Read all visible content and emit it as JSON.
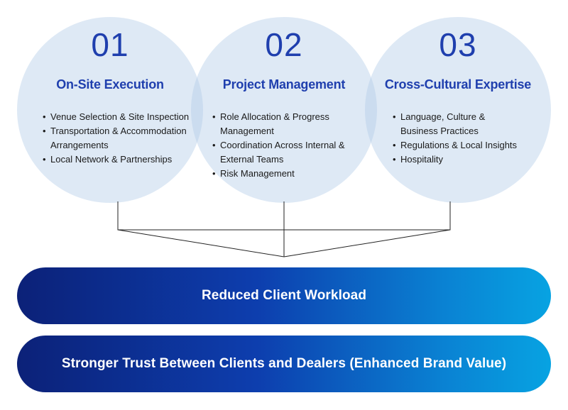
{
  "columns": [
    {
      "number": "01",
      "title": "On-Site Execution",
      "bullets": [
        [
          "Venue Selection & Site Inspection"
        ],
        [
          "Transportation & Accommodation",
          "Arrangements"
        ],
        [
          "Local Network & Partnerships"
        ]
      ]
    },
    {
      "number": "02",
      "title": "Project Management",
      "bullets": [
        [
          "Role Allocation & Progress",
          "Management"
        ],
        [
          "Coordination Across Internal &",
          "External Teams"
        ],
        [
          "Risk Management"
        ]
      ]
    },
    {
      "number": "03",
      "title": "Cross-Cultural Expertise",
      "bullets": [
        [
          "Language, Culture &",
          "Business Practices"
        ],
        [
          "Regulations & Local Insights"
        ],
        [
          "Hospitality"
        ]
      ]
    }
  ],
  "outcomes": [
    "Reduced Client Workload",
    "Stronger Trust Between Clients and Dealers (Enhanced Brand Value)"
  ],
  "colors": {
    "accent": "#1f3fae",
    "circle_fill": "#dce7f4",
    "bar_gradient_start": "#0c2178",
    "bar_gradient_end": "#07a3e2"
  }
}
